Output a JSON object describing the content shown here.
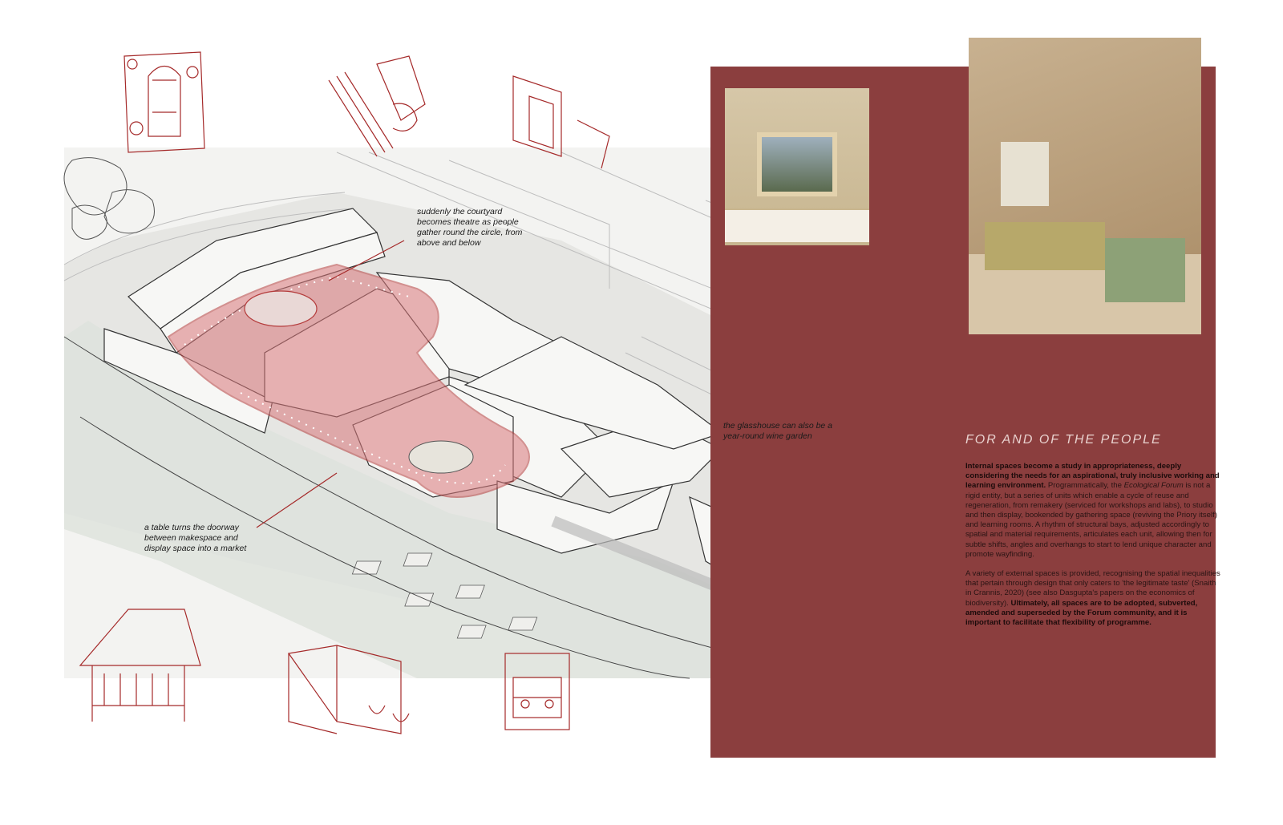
{
  "annotations": {
    "courtyard": "suddenly the courtyard\nbecomes theatre as people\ngather round the circle, from\nabove and below",
    "glasshouse": "the glasshouse can also be a\nyear-round wine garden",
    "table": "a table turns the doorway\nbetween makespace and\ndisplay space into a market"
  },
  "panel": {
    "heading": "FOR AND OF THE PEOPLE",
    "paragraph1": [
      {
        "text": "Internal spaces become a study in appropriateness, deeply considering the needs for an aspirational, truly inclusive working and learning environment.",
        "bold": true
      },
      {
        "text": " Programmatically, the ",
        "bold": false
      },
      {
        "text": "Ecological Forum",
        "italic": true
      },
      {
        "text": " is not a rigid entity, but a series of units which enable a cycle of reuse and regeneration, from remakery (serviced for workshops and labs), to studio and then display, bookended by gathering space (reviving the Priory itself) and learning rooms. A rhythm of structural bays, adjusted accordingly to spatial and material requirements, articulates each unit, allowing then for subtle shifts, angles and overhangs to start to lend unique character and promote wayfinding.",
        "bold": false
      }
    ],
    "paragraph2": [
      {
        "text": "A variety of external spaces is provided, recognising the spatial inequalities that pertain through design that only caters to 'the legitimate taste' (Snaith in Crannis, 2020) (see also Dasgupta's papers on the economics of biodiversity). ",
        "bold": false
      },
      {
        "text": "Ultimately, all spaces are to be adopted, subverted, amended and superseded by the Forum community, and it is important to facilitate that flexibility of programme.",
        "bold": true
      }
    ]
  },
  "colors": {
    "panel": "#8b3e3e",
    "accent_red": "#a52a2a",
    "heading": "#e9d2cf",
    "highlight": "#d9777a"
  },
  "icons": [
    "window-sketch",
    "stair-sketch",
    "doorway-sketch",
    "thatched-hut-sketch",
    "market-stall-sketch",
    "window-people-sketch",
    "section-strip",
    "interior-render",
    "wooden-window-render"
  ]
}
